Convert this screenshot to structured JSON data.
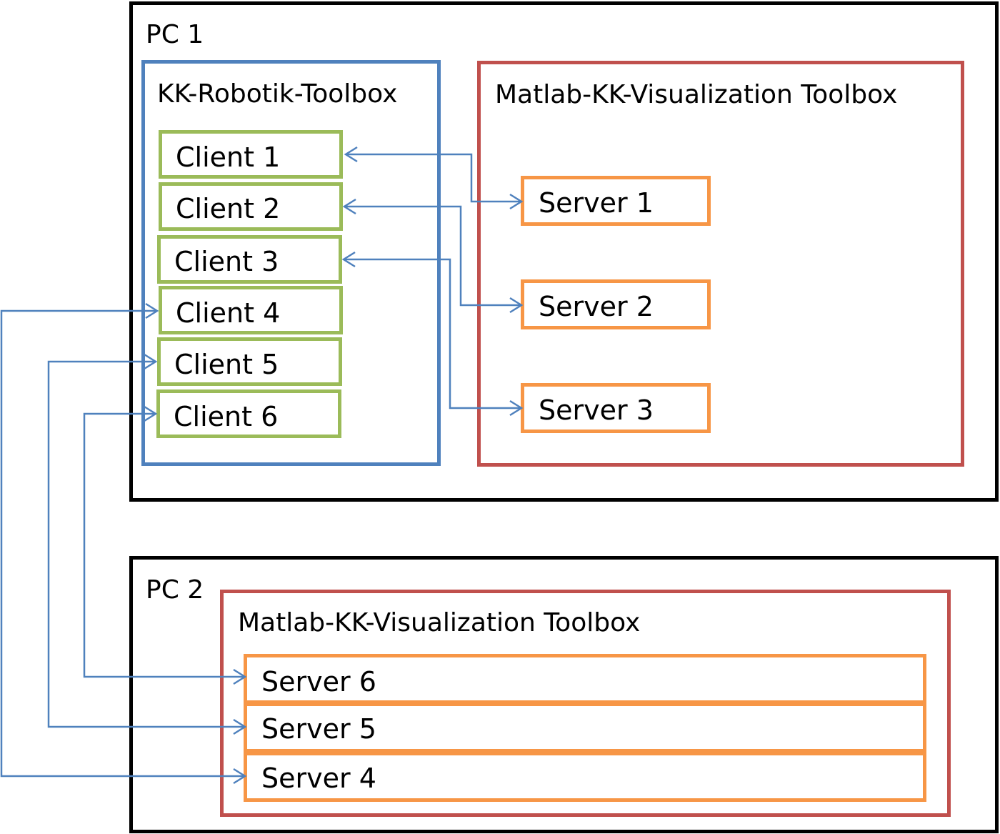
{
  "pc1": {
    "label": "PC 1",
    "robotik": {
      "label": "KK-Robotik-Toolbox",
      "clients": [
        "Client 1",
        "Client 2",
        "Client 3",
        "Client 4",
        "Client 5",
        "Client 6"
      ]
    },
    "viz": {
      "label": "Matlab-KK-Visualization Toolbox",
      "servers": [
        "Server 1",
        "Server 2",
        "Server 3"
      ]
    }
  },
  "pc2": {
    "label": "PC 2",
    "viz": {
      "label": "Matlab-KK-Visualization Toolbox",
      "servers": [
        "Server 6",
        "Server 5",
        "Server 4"
      ]
    }
  },
  "connections": [
    {
      "from": "Client 1",
      "to": "Server 1"
    },
    {
      "from": "Client 2",
      "to": "Server 2"
    },
    {
      "from": "Client 3",
      "to": "Server 3"
    },
    {
      "from": "Client 4",
      "to": "Server 4"
    },
    {
      "from": "Client 5",
      "to": "Server 5"
    },
    {
      "from": "Client 6",
      "to": "Server 6"
    }
  ],
  "colors": {
    "pc_border": "#000000",
    "robotik_border": "#4f81bd",
    "viz_border": "#c0504d",
    "client_border": "#9bbb59",
    "server_border": "#f79646",
    "connector": "#4f81bd"
  }
}
